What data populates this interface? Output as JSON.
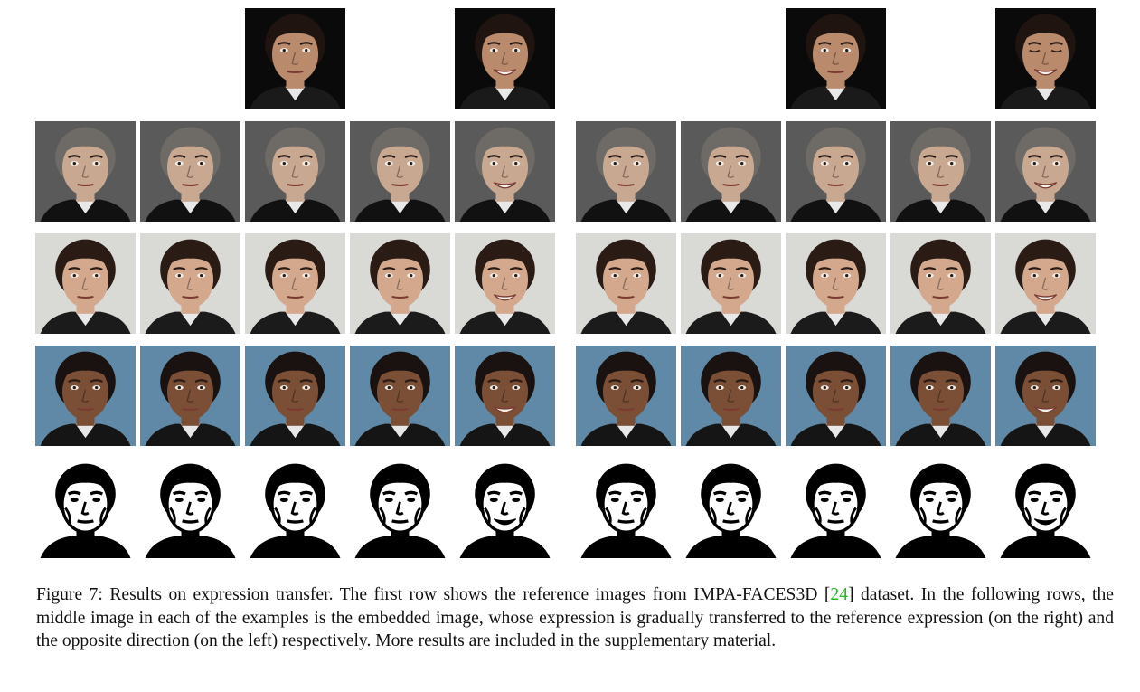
{
  "figure": {
    "rows": [
      {
        "kind": "reference",
        "skin": "#b98a6c",
        "hair": "#1f1410",
        "bg": "#0a0a0a",
        "shirt": "#1a1a1a",
        "cells": [
          null,
          null,
          "neutral",
          null,
          "smile",
          null,
          null,
          "neutral",
          null,
          "smile-eyes-closed"
        ]
      },
      {
        "kind": "subject",
        "skin": "#c9a892",
        "hair": "#6e6a66",
        "bg": "#5a5a5a",
        "shirt": "#111111",
        "cells": [
          "neutral",
          "neutral",
          "neutral",
          "neutral",
          "smile",
          "neutral",
          "neutral",
          "neutral",
          "neutral",
          "smile"
        ]
      },
      {
        "kind": "subject",
        "skin": "#d4a88d",
        "hair": "#2a1c14",
        "bg": "#d9d9d6",
        "shirt": "#1b1b1b",
        "cells": [
          "neutral",
          "neutral",
          "neutral",
          "neutral",
          "smile",
          "neutral",
          "neutral",
          "neutral",
          "neutral",
          "smile"
        ]
      },
      {
        "kind": "subject",
        "skin": "#7a4f36",
        "hair": "#1a1210",
        "bg": "#5f89a6",
        "shirt": "#151515",
        "cells": [
          "neutral",
          "neutral",
          "neutral",
          "neutral",
          "smile",
          "neutral",
          "neutral",
          "neutral",
          "neutral",
          "smile"
        ]
      },
      {
        "kind": "stencil",
        "skin": "#ffffff",
        "hair": "#000000",
        "bg": "#ffffff",
        "shirt": "#000000",
        "cells": [
          "neutral",
          "neutral",
          "neutral",
          "neutral",
          "smile",
          "neutral",
          "neutral",
          "neutral",
          "neutral",
          "smile"
        ]
      }
    ]
  },
  "caption": {
    "before": "Figure 7: Results on expression transfer. The first row shows the reference images from IMPA-FACES3D [",
    "cite": "24",
    "after": "] dataset. In the following rows, the middle image in each of the examples is the embedded image, whose expression is gradually transferred to the reference expression (on the right) and the opposite direction (on the left) respectively. More results are included in the supplementary material.",
    "cite_color": "#22bb22"
  }
}
